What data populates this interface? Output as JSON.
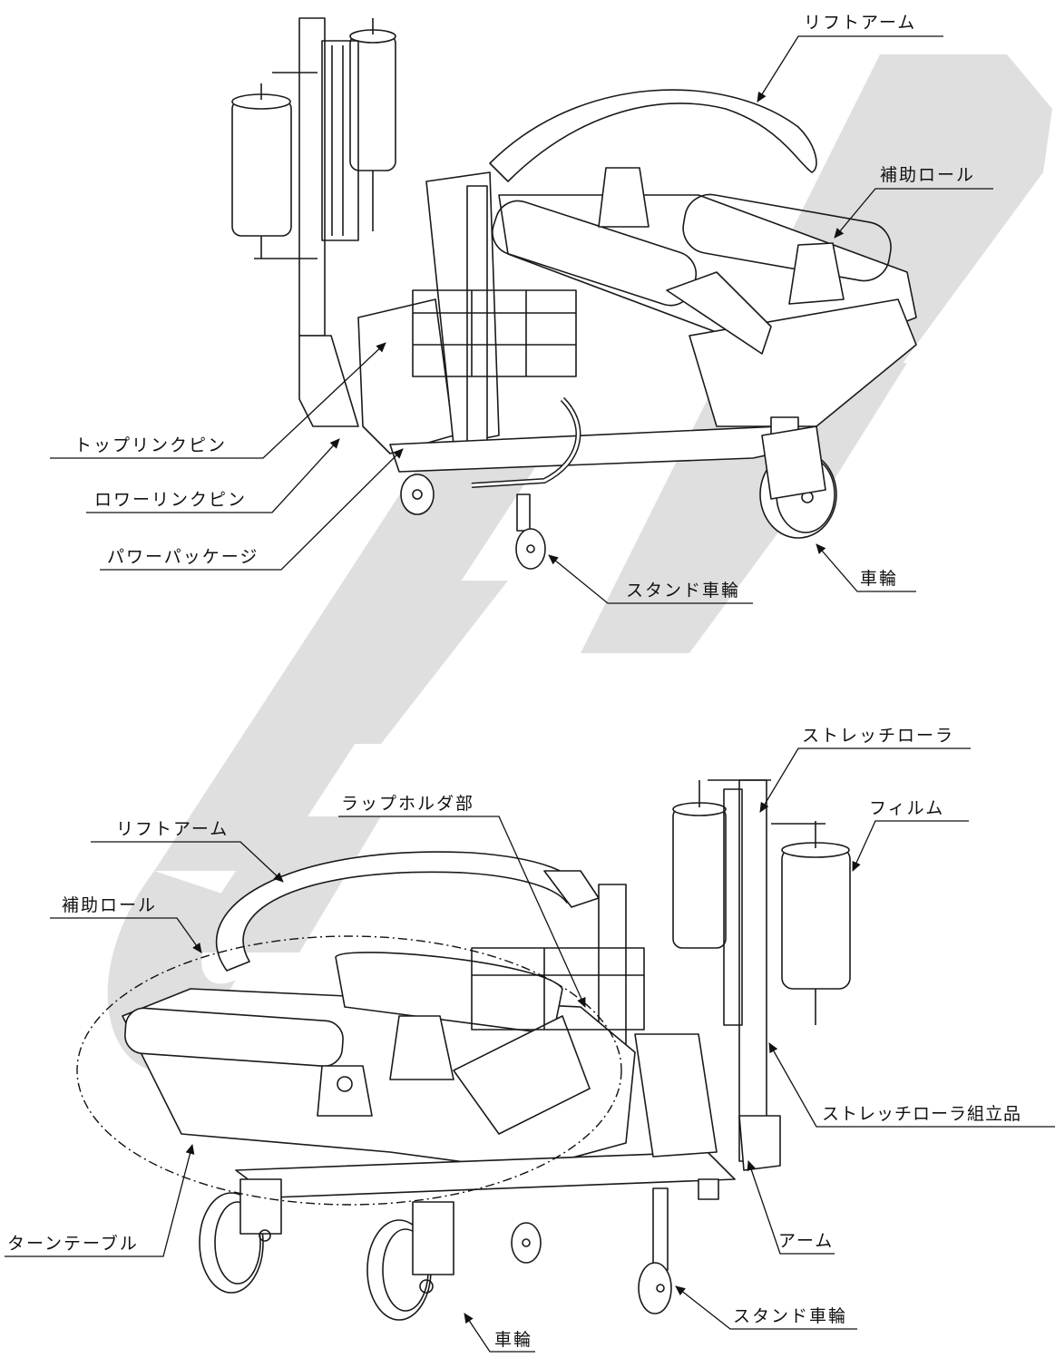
{
  "diagram": {
    "top_view": {
      "labels": {
        "lift_arm": "リフトアーム",
        "aux_roll": "補助ロール",
        "top_link_pin": "トップリンクピン",
        "lower_link_pin": "ロワーリンクピン",
        "power_package": "パワーパッケージ",
        "stand_wheel": "スタンド車輪",
        "wheel": "車輪"
      }
    },
    "bottom_view": {
      "labels": {
        "stretch_roller": "ストレッチローラ",
        "wrap_holder": "ラップホルダ部",
        "lift_arm": "リフトアーム",
        "film": "フィルム",
        "aux_roll": "補助ロール",
        "stretch_roller_assy": "ストレッチローラ組立品",
        "turntable": "ターンテーブル",
        "arm": "アーム",
        "stand_wheel": "スタンド車輪",
        "wheel": "車輪"
      }
    }
  },
  "colors": {
    "line": "#1a1a1a",
    "watermark": "#dcdcdc",
    "paper": "#ffffff"
  }
}
